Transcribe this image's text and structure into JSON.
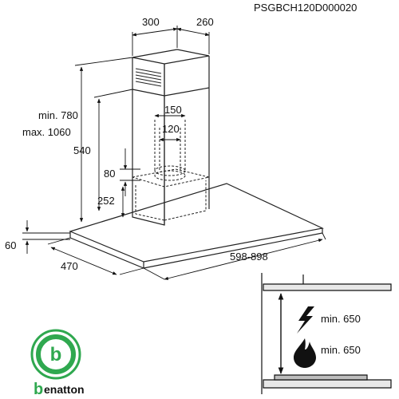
{
  "product_code": "PSGBCH120D000020",
  "dimensions": {
    "chimney_width": "300",
    "chimney_depth": "260",
    "height_min": "min. 780",
    "height_max": "max. 1060",
    "chimney_height": "540",
    "outlet_outer": "150",
    "outlet_inner": "120",
    "outlet_offset": "80",
    "motor_height": "252",
    "canopy_thickness": "60",
    "canopy_depth": "470",
    "canopy_width": "598-898"
  },
  "clearances": {
    "electric": "min. 650",
    "gas": "min. 650"
  },
  "icons": {
    "electric": "lightning-icon",
    "gas": "flame-icon"
  },
  "logo": {
    "letter": "b",
    "brand": "enatton",
    "color": "#2fa84f"
  }
}
